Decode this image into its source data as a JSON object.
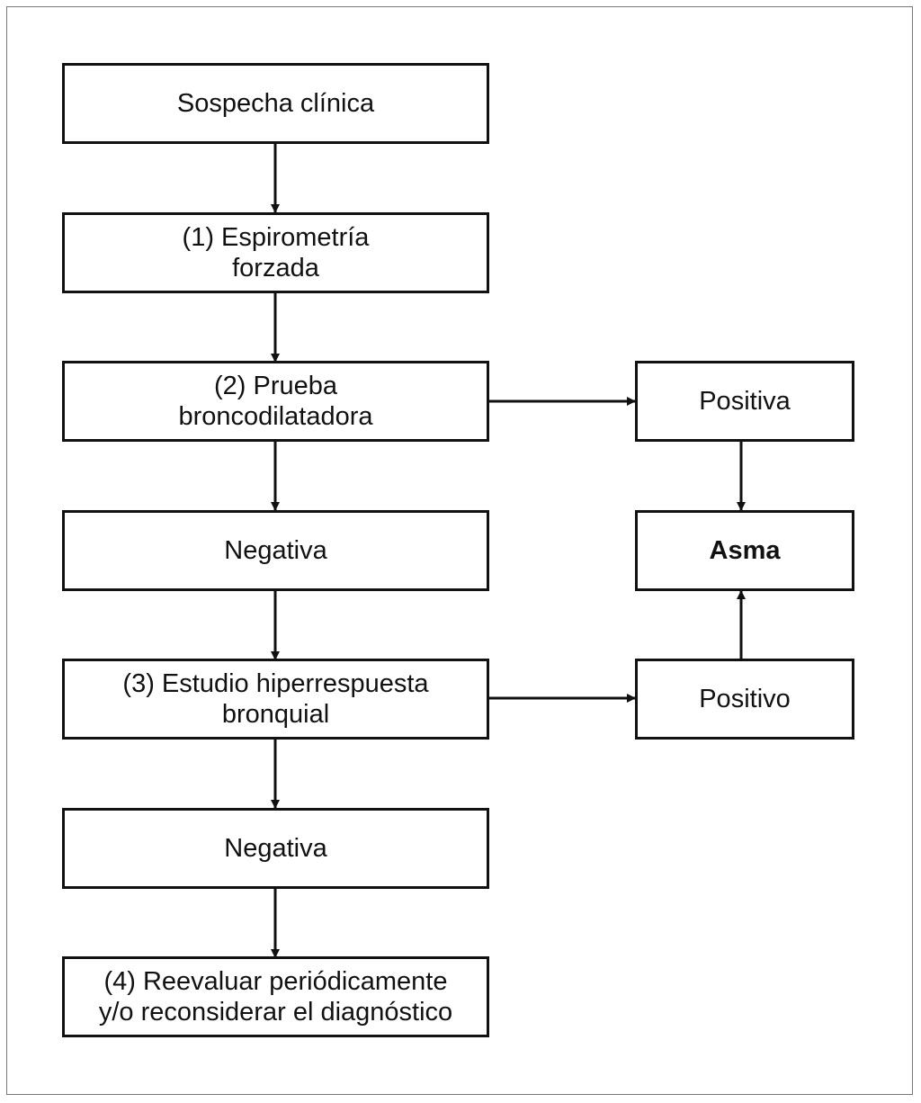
{
  "diagram": {
    "nodes": {
      "sospecha": "Sospecha clínica",
      "espirometria": "(1) Espirometría\nforzada",
      "prueba": "(2) Prueba\nbroncodilatadora",
      "negativa1": "Negativa",
      "estudio": "(3) Estudio hiperrespuesta\nbronquial",
      "negativa2": "Negativa",
      "reevaluar": "(4) Reevaluar periódicamente\ny/o reconsiderar el diagnóstico",
      "positiva": "Positiva",
      "asma": "Asma",
      "positivo": "Positivo"
    }
  }
}
